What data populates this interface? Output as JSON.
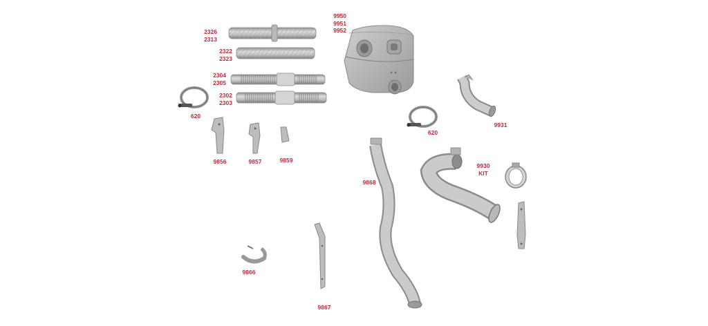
{
  "diagram": {
    "label_color": "#c0283a",
    "part_color": "#bcbcbc",
    "groups": [
      {
        "id": "muffler",
        "numbers": [
          "9950",
          "9951",
          "9952"
        ]
      },
      {
        "id": "flex-pipe-a",
        "numbers": [
          "2326",
          "2313"
        ]
      },
      {
        "id": "flex-pipe-b",
        "numbers": [
          "2322",
          "2323"
        ]
      },
      {
        "id": "flex-pipe-c",
        "numbers": [
          "2304",
          "2305"
        ]
      },
      {
        "id": "flex-pipe-d",
        "numbers": [
          "2302",
          "2303"
        ]
      },
      {
        "id": "clamp-left",
        "numbers": [
          "620"
        ]
      },
      {
        "id": "clamp-right",
        "numbers": [
          "620"
        ]
      },
      {
        "id": "elbow-pipe",
        "numbers": [
          "9931"
        ]
      },
      {
        "id": "bracket-a",
        "numbers": [
          "9856"
        ]
      },
      {
        "id": "bracket-b",
        "numbers": [
          "9857"
        ]
      },
      {
        "id": "bracket-c",
        "numbers": [
          "9859"
        ]
      },
      {
        "id": "long-pipe",
        "numbers": [
          "9868"
        ]
      },
      {
        "id": "stack-pipe-kit",
        "numbers": [
          "9930",
          "KIT"
        ]
      },
      {
        "id": "strap",
        "numbers": [
          "9866"
        ]
      },
      {
        "id": "long-bracket",
        "numbers": [
          "9867"
        ]
      }
    ]
  }
}
